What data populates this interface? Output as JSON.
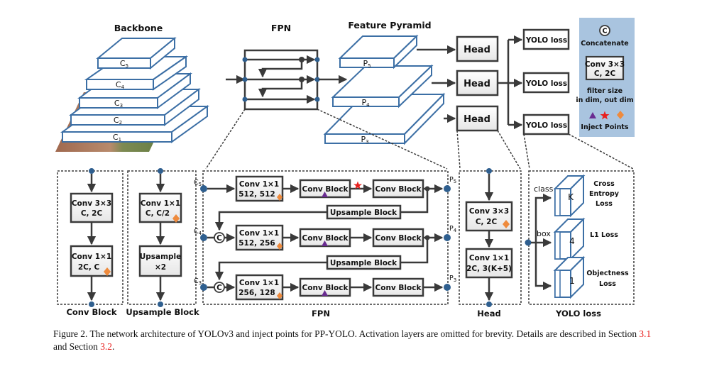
{
  "top": {
    "backbone": {
      "title": "Backbone",
      "layers": [
        {
          "base": "C",
          "sub": "5"
        },
        {
          "base": "C",
          "sub": "4"
        },
        {
          "base": "C",
          "sub": "3"
        },
        {
          "base": "C",
          "sub": "2"
        },
        {
          "base": "C",
          "sub": "1"
        }
      ]
    },
    "fpn": {
      "title": "FPN"
    },
    "pyramid": {
      "title": "Feature Pyramid",
      "levels": [
        {
          "base": "P",
          "sub": "5"
        },
        {
          "base": "P",
          "sub": "4"
        },
        {
          "base": "P",
          "sub": "3"
        }
      ]
    },
    "heads": [
      "Head",
      "Head",
      "Head"
    ],
    "losses": [
      "YOLO loss",
      "YOLO loss",
      "YOLO loss"
    ]
  },
  "legend": {
    "concat_symbol": "C",
    "concat_label": "Concatenate",
    "conv_example_line1": "Conv 3×3",
    "conv_example_line2": "C, 2C",
    "conv_desc_line1": "filter size",
    "conv_desc_line2": "in dim, out dim",
    "inject_label": "Inject Points",
    "inject_colors": {
      "triangle": "#6a2c91",
      "star": "#e8201e",
      "diamond": "#ee8a3c"
    }
  },
  "conv_block": {
    "caption": "Conv Block",
    "box1": [
      "Conv 3×3",
      "C, 2C"
    ],
    "box2": [
      "Conv 1×1",
      "2C, C"
    ]
  },
  "upsample_block": {
    "caption": "Upsample Block",
    "box1": [
      "Conv 1×1",
      "C, C/2"
    ],
    "box2": [
      "Upsample",
      "×2"
    ]
  },
  "fpn_detail": {
    "caption": "FPN",
    "inputs": [
      {
        "base": "C",
        "sub": "5"
      },
      {
        "base": "C",
        "sub": "4"
      },
      {
        "base": "C",
        "sub": "3"
      }
    ],
    "outputs": [
      {
        "base": "P",
        "sub": "5"
      },
      {
        "base": "P",
        "sub": "4"
      },
      {
        "base": "P",
        "sub": "3"
      }
    ],
    "rows": [
      {
        "conv": [
          "Conv 1×1",
          "512, 512"
        ],
        "block1": "Conv Block",
        "block2": "Conv Block"
      },
      {
        "conv": [
          "Conv 1×1",
          "512, 256"
        ],
        "block1": "Conv Block",
        "block2": "Conv Block"
      },
      {
        "conv": [
          "Conv 1×1",
          "256, 128"
        ],
        "block1": "Conv Block",
        "block2": "Conv Block"
      }
    ],
    "upsample_label": "Upsample Block",
    "concat_symbol": "C"
  },
  "head_detail": {
    "caption": "Head",
    "box1": [
      "Conv 3×3",
      "C, 2C"
    ],
    "box2": [
      "Conv 1×1",
      "2C, 3(K+5)"
    ]
  },
  "yolo_loss_detail": {
    "caption": "YOLO loss",
    "branch_class": "class",
    "branch_box": "box",
    "tensors": [
      "K",
      "4",
      "1"
    ],
    "loss_names": [
      [
        "Cross",
        "Entropy",
        "Loss"
      ],
      [
        "L1 Loss"
      ],
      [
        "Objectness",
        "Loss"
      ]
    ]
  },
  "caption": {
    "prefix": "Figure 2. The network architecture of YOLOv3 and inject points for PP-YOLO. Activation layers are omitted for brevity.  Details are described in Section ",
    "ref1": "3.1",
    "middle": " and Section ",
    "ref2": "3.2",
    "suffix": "."
  }
}
